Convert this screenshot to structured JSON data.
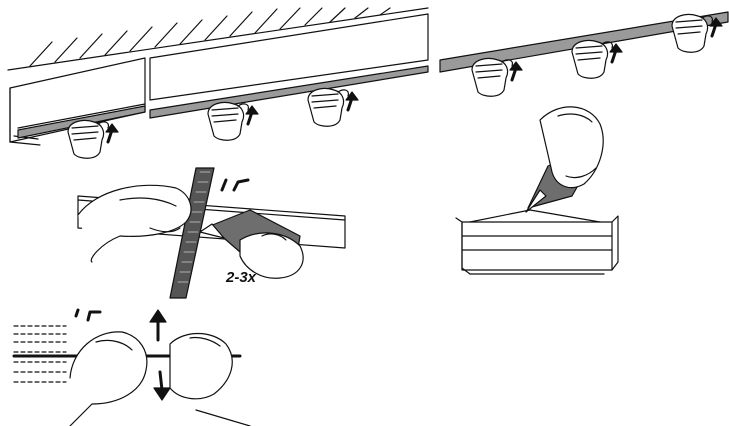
{
  "figure": {
    "panels": [
      {
        "id": "press-strip-to-ceiling",
        "description_icon": "hand-press-arrow-icon"
      },
      {
        "id": "score-strip-with-knife",
        "repeat_label": "2-3x"
      },
      {
        "id": "snap-strip-apart"
      },
      {
        "id": "cut-channel-with-knife"
      }
    ]
  },
  "colors": {
    "strip_gray": "#9a9a9a",
    "line": "#111111",
    "knife": "#6e6e6e"
  }
}
